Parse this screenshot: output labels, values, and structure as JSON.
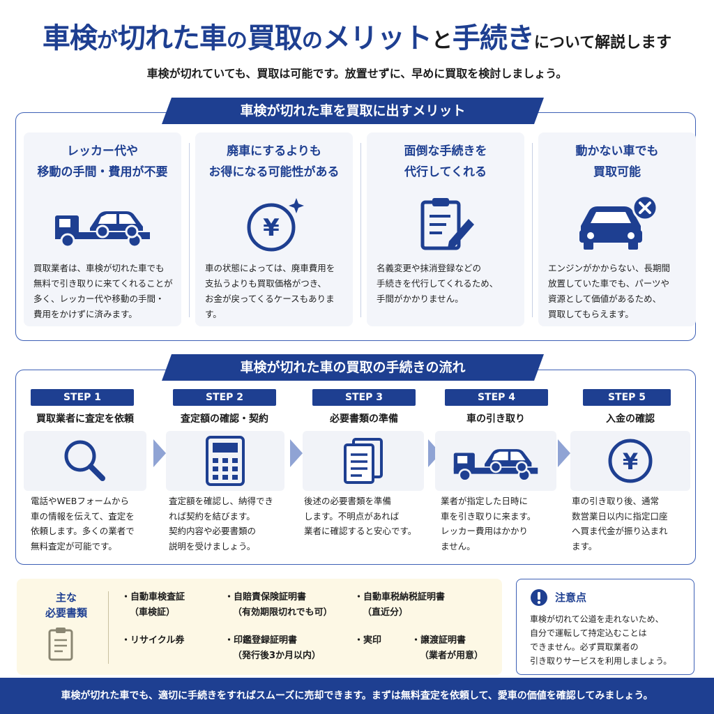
{
  "header": {
    "title_parts": [
      "車検",
      "が",
      "切れた車",
      "の",
      "買取",
      "の",
      "メリット",
      "と",
      "手続き",
      "について解説します"
    ],
    "subtitle": "車検が切れていても、買取は可能です。放置せずに、早めに買取を検討しましょう。"
  },
  "merits": {
    "banner": "車検が切れた車を買取に出すメリット",
    "cards": [
      {
        "title1": "レッカー代や",
        "title2": "移動の手間・費用が不要",
        "icon": "tow-truck-icon",
        "lines": [
          "買取業者は、車検が切れた車でも",
          "無料で引き取りに来てくれることが",
          "多く、レッカー代や移動の手間・",
          "費用をかけずに済みます。"
        ]
      },
      {
        "title1": "廃車にするよりも",
        "title2": "お得になる可能性がある",
        "icon": "yen-coin-icon",
        "lines": [
          "車の状態によっては、廃車費用を",
          "支払うよりも買取価格がつき、",
          "お金が戻ってくるケースもあります。"
        ]
      },
      {
        "title1": "面倒な手続きを",
        "title2": "代行してくれる",
        "icon": "clipboard-pen-icon",
        "lines": [
          "名義変更や抹消登録などの",
          "手続きを代行してくれるため、",
          "手間がかかりません。"
        ]
      },
      {
        "title1": "動かない車でも",
        "title2": "買取可能",
        "icon": "car-x-icon",
        "lines": [
          "エンジンがかからない、長期間",
          "放置していた車でも、パーツや",
          "資源として価値があるため、",
          "買取してもらえます。"
        ]
      }
    ]
  },
  "steps": {
    "banner": "車検が切れた車の買取の手続きの流れ",
    "items": [
      {
        "tag": "STEP 1",
        "title": "買取業者に査定を依頼",
        "icon": "magnifier-icon",
        "lines": [
          "電話やWEBフォームから",
          "車の情報を伝えて、査定を",
          "依頼します。多くの業者で",
          "無料査定が可能です。"
        ]
      },
      {
        "tag": "STEP 2",
        "title": "査定額の確認・契約",
        "icon": "calculator-icon",
        "lines": [
          "査定額を確認し、納得でき",
          "れば契約を結びます。",
          "契約内容や必要書類の",
          "説明を受けましょう。"
        ]
      },
      {
        "tag": "STEP 3",
        "title": "必要書類の準備",
        "icon": "documents-icon",
        "lines": [
          "後述の必要書類を準備",
          "します。不明点があれば",
          "業者に確認すると安心です。"
        ]
      },
      {
        "tag": "STEP 4",
        "title": "車の引き取り",
        "icon": "tow-truck-icon",
        "lines": [
          "業者が指定した日時に",
          "車を引き取りに来ます。",
          "レッカー費用はかかり",
          "ません。"
        ]
      },
      {
        "tag": "STEP 5",
        "title": "入金の確認",
        "icon": "yen-coin-icon",
        "lines": [
          "車の引き取り後、通常",
          "数営業日以内に指定口座",
          "へ買ま代金が振り込まれ",
          "ます。"
        ]
      }
    ]
  },
  "documents": {
    "label1": "主な",
    "label2": "必要書類",
    "items": [
      {
        "l1": "・自動車検査証",
        "l2": "（車検証）"
      },
      {
        "l1": "・自賠責保険証明書",
        "l2": "（有効期限切れでも可）"
      },
      {
        "l1": "・自動車税納税証明書",
        "l2": "（直近分）"
      },
      {
        "l1": "・リサイクル券",
        "l2": ""
      },
      {
        "l1": "・印鑑登録証明書",
        "l2": "（発行後3か月以内）"
      },
      {
        "l1": "・実印",
        "l2": ""
      },
      {
        "l1": "・譲渡証明書",
        "l2": "（業者が用意）"
      }
    ]
  },
  "notice": {
    "heading": "注意点",
    "lines": [
      "車検が切れて公道を走れないため、",
      "自分で運転して持定込むことは",
      "できません。必ず買取業者の",
      "引き取りサービスを利用しましょう。"
    ]
  },
  "footer": {
    "text": "車検が切れた車でも、適切に手続きをすればスムーズに売却できます。まずは無料査定を依頼して、愛車の価値を確認してみましょう。"
  },
  "colors": {
    "primary": "#1e3f91",
    "card_bg": "#f3f5fa",
    "doc_bg": "#fdf8e5"
  }
}
